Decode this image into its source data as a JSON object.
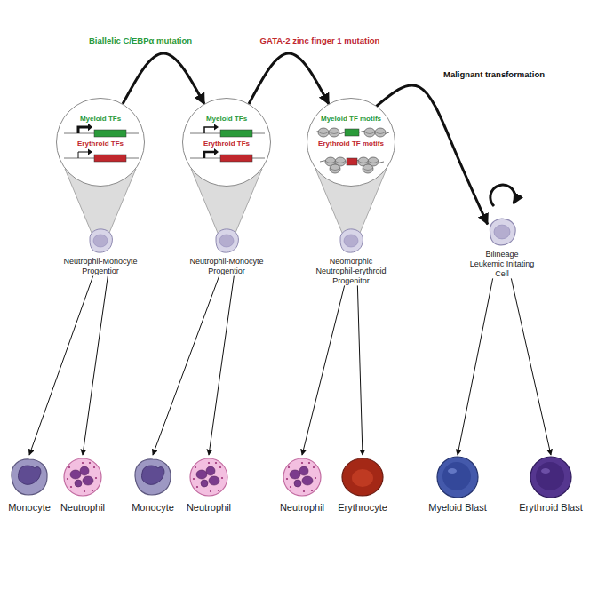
{
  "diagram": {
    "nodes": [
      {
        "text": [
          "Myeloid TFs",
          "Erythroid TFs"
        ]
      },
      {
        "text": [
          "Myeloid TFs",
          "Erythroid TFs"
        ]
      },
      {
        "text": [
          "Myeloid TF motifs",
          "Erythroid TF motifs"
        ]
      },
      {
        "text": [
          "Neutrophil-Monocyte Progentior"
        ]
      },
      {
        "text": [
          "Neutrophil-Monocyte Progentior"
        ]
      },
      {
        "text": [
          "Neomorphic Neutrophil-erythroid Progenitor"
        ]
      },
      {
        "text": [
          "Bilineage Leukemic Initating Cell"
        ]
      },
      {
        "text": [
          "Monocyte"
        ]
      },
      {
        "text": [
          "Neutrophil"
        ]
      },
      {
        "text": [
          "Monocyte"
        ]
      },
      {
        "text": [
          "Neutrophil"
        ]
      },
      {
        "text": [
          "Neutrophil"
        ]
      },
      {
        "text": [
          "Erythrocyte"
        ]
      },
      {
        "text": [
          "Myeloid Blast"
        ]
      },
      {
        "text": [
          "Erythroid Blast"
        ]
      }
    ],
    "edges": [
      {
        "from": 0,
        "to": 1,
        "label": "Biallelic C/EBPα mutation",
        "arrow": "to"
      },
      {
        "from": 1,
        "to": 2,
        "label": "GATA-2 zinc finger 1 mutation",
        "arrow": "to"
      },
      {
        "from": 2,
        "to": 6,
        "label": "Malignant transformation",
        "arrow": "to"
      },
      {
        "from": 3,
        "to": 7,
        "arrow": "to"
      },
      {
        "from": 3,
        "to": 8,
        "arrow": "to"
      },
      {
        "from": 4,
        "to": 9,
        "arrow": "to"
      },
      {
        "from": 4,
        "to": 10,
        "arrow": "to"
      },
      {
        "from": 5,
        "to": 11,
        "arrow": "to"
      },
      {
        "from": 5,
        "to": 12,
        "arrow": "to"
      },
      {
        "from": 6,
        "to": 13,
        "arrow": "to"
      },
      {
        "from": 6,
        "to": 14,
        "arrow": "to"
      }
    ]
  }
}
